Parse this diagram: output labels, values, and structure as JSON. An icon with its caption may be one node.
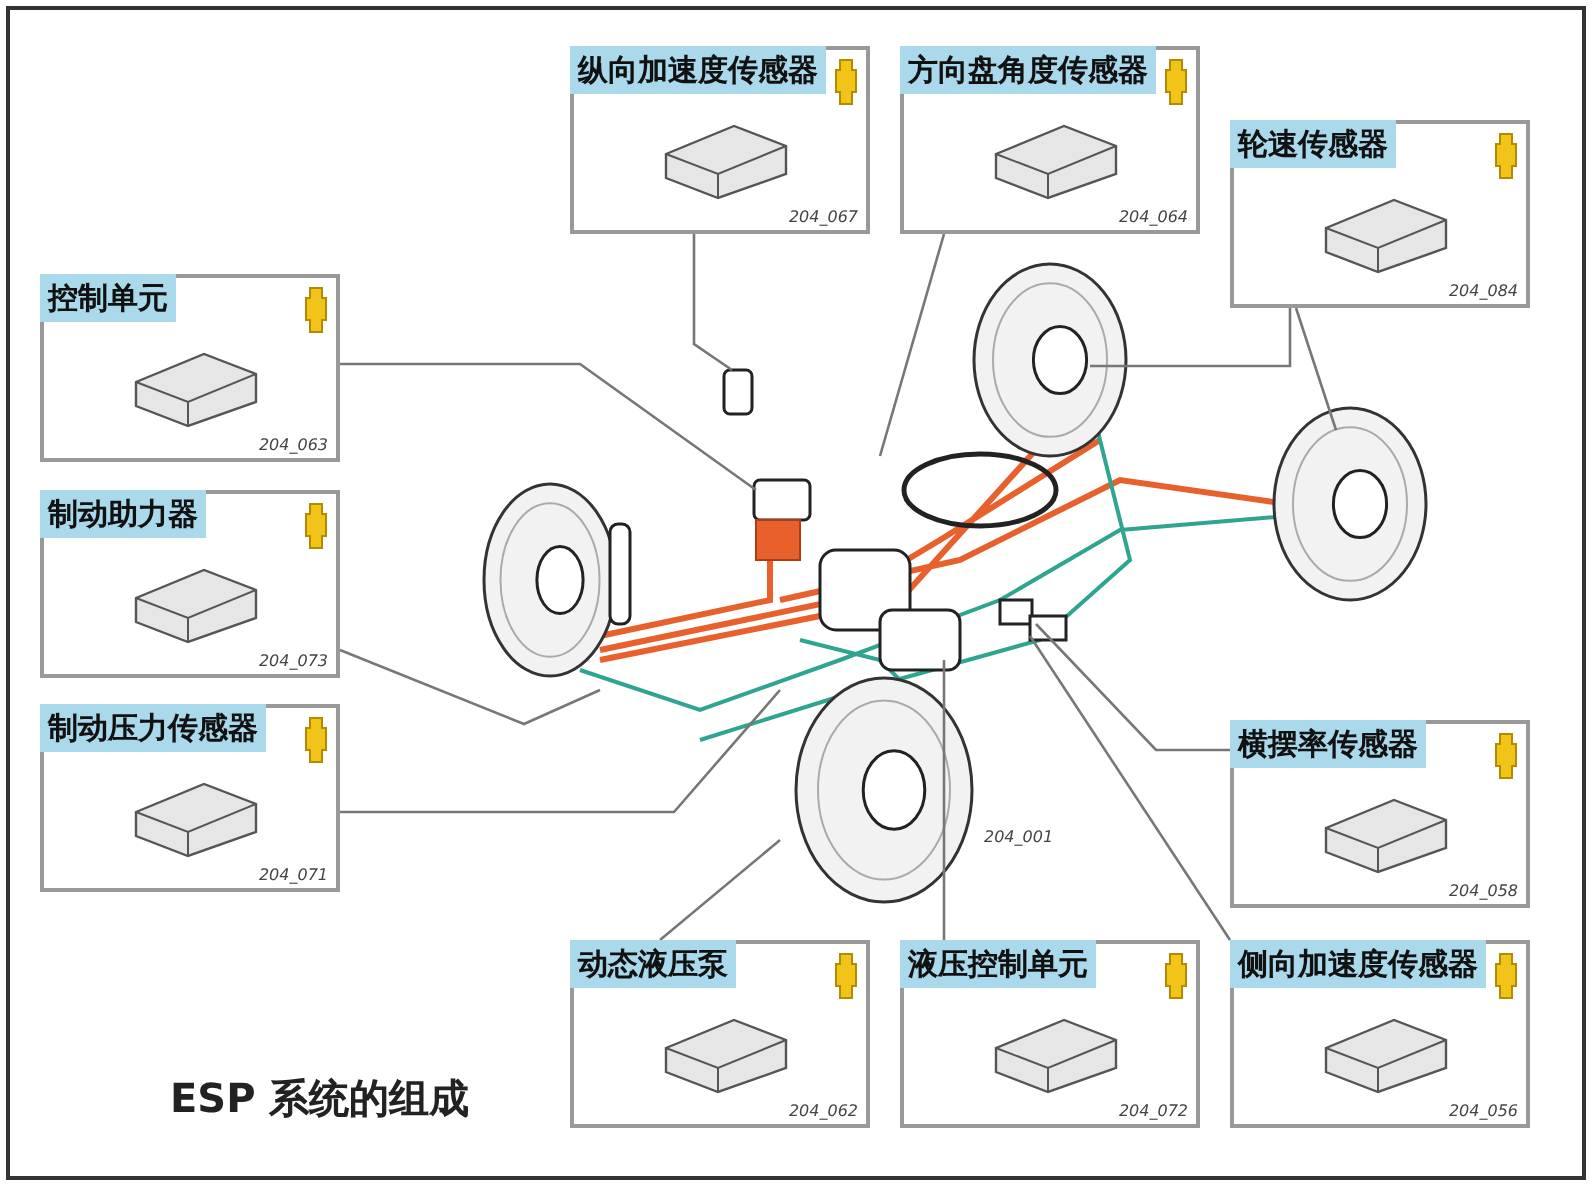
{
  "diagram": {
    "caption": "ESP 系统的组成",
    "nodes": [
      {
        "text": [
          "纵向加速度传感器",
          "204_067"
        ]
      },
      {
        "text": [
          "方向盘角度传感器",
          "204_064"
        ]
      },
      {
        "text": [
          "轮速传感器",
          "204_084"
        ]
      },
      {
        "text": [
          "控制单元",
          "204_063"
        ]
      },
      {
        "text": [
          "制动助力器",
          "204_073"
        ]
      },
      {
        "text": [
          "制动压力传感器",
          "204_071"
        ]
      },
      {
        "text": [
          "横摆率传感器",
          "204_058"
        ]
      },
      {
        "text": [
          "动态液压泵",
          "204_062"
        ]
      },
      {
        "text": [
          "液压控制单元",
          "204_072"
        ]
      },
      {
        "text": [
          "侧向加速度传感器",
          "204_056"
        ]
      }
    ],
    "edges": [
      {
        "from": 0,
        "to": null,
        "arrow": "none"
      },
      {
        "from": 1,
        "to": null,
        "arrow": "none"
      },
      {
        "from": 2,
        "to": null,
        "arrow": "none"
      },
      {
        "from": 2,
        "to": null,
        "arrow": "none"
      },
      {
        "from": 3,
        "to": null,
        "arrow": "none"
      },
      {
        "from": 4,
        "to": null,
        "arrow": "none"
      },
      {
        "from": 5,
        "to": null,
        "arrow": "none"
      },
      {
        "from": 6,
        "to": null,
        "arrow": "none"
      },
      {
        "from": 7,
        "to": null,
        "arrow": "none"
      },
      {
        "from": 8,
        "to": null,
        "arrow": "none"
      },
      {
        "from": 9,
        "to": null,
        "arrow": "none"
      }
    ],
    "labels": [
      "204_001"
    ]
  }
}
